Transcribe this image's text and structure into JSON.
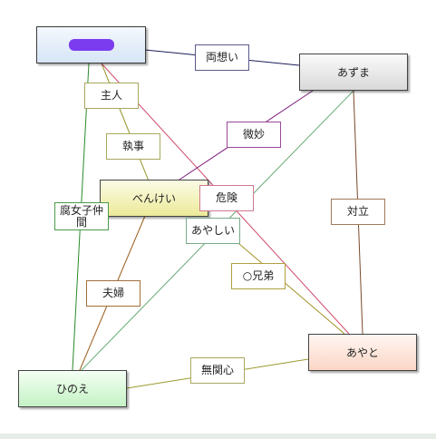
{
  "nodes": {
    "aduma": "あずま",
    "benkei": "べんけい",
    "hinoe": "ひのえ",
    "ayato": "あやと"
  },
  "relations": {
    "ryouomoi": "両想い",
    "shujin": "主人",
    "shitsuji": "執事",
    "bimyou": "微妙",
    "kiken": "危険",
    "tairitsu": "対立",
    "fujoshi": "腐女子仲間",
    "ayashii": "あやしい",
    "kyoudai": "○兄弟",
    "fuufu": "夫婦",
    "mukanshin": "無関心"
  },
  "colors": {
    "top_node": "#dde9f7",
    "aduma": "#e6e6e6",
    "benkei": "#f1f0b0",
    "hinoe": "#d3f7d3",
    "ayato": "#fde3d8",
    "redaction": "#7b3cf0"
  }
}
